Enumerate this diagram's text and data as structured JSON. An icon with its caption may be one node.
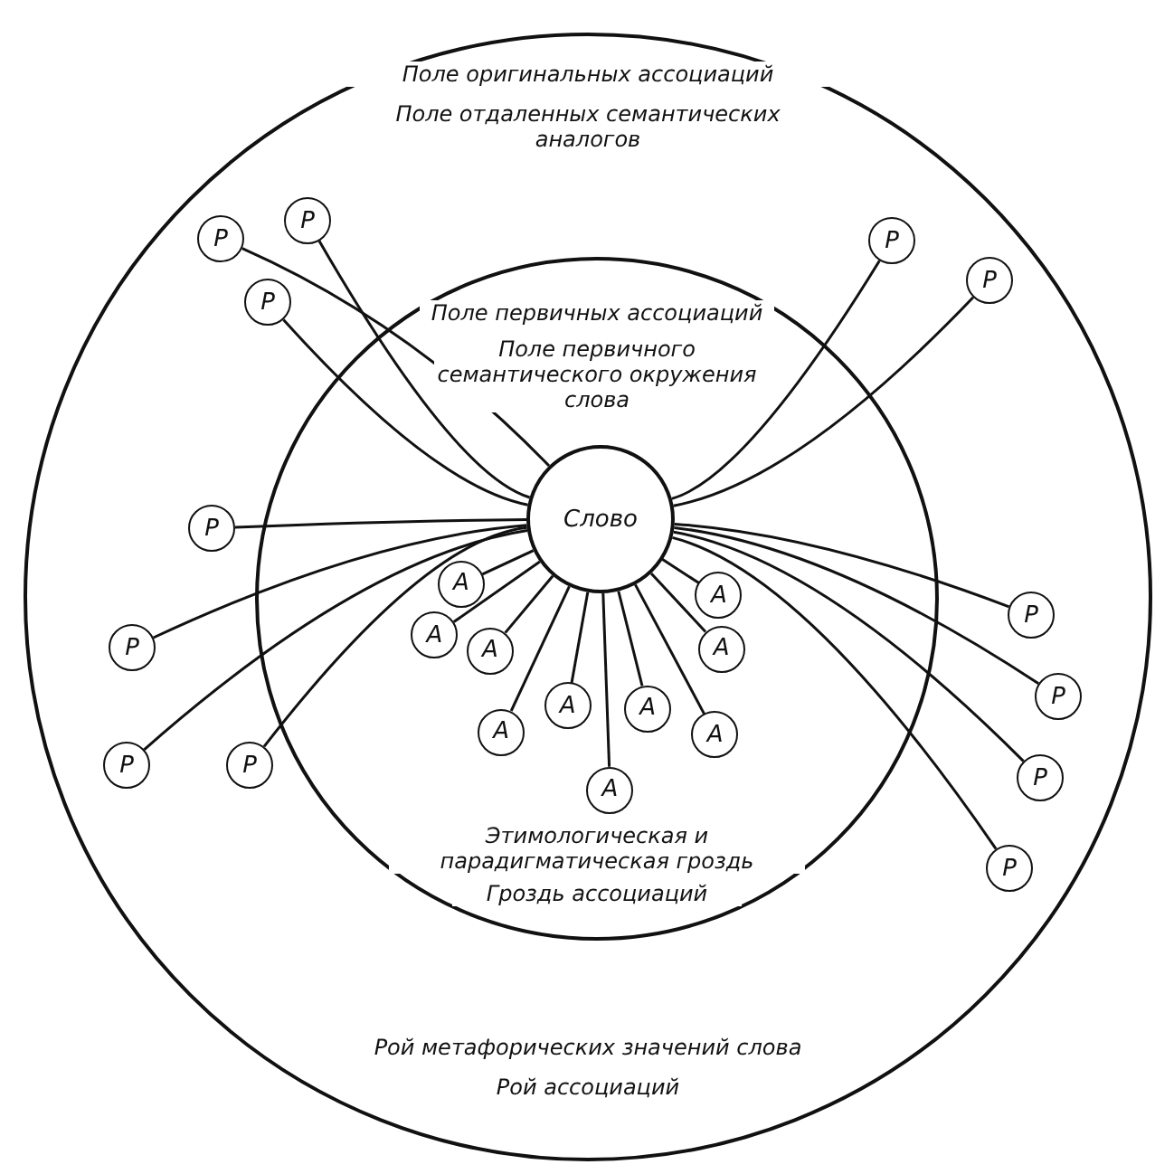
{
  "diagram": {
    "nodes": [
      {
        "text": [
          "Поле оригинальных ассоциаций",
          "Поле отдаленных семантических аналогов",
          "Рой метафорических значений слова",
          "Рой ассоциаций"
        ]
      },
      {
        "text": [
          "Поле первичных ассоциаций",
          "Поле первичного семантического окружения слова",
          "Этимологическая и парадигматическая гроздь",
          "Гроздь ассоциаций"
        ],
        "in": 0
      },
      {
        "text": [
          "Слово"
        ],
        "in": 1
      },
      {
        "text": [
          "Р"
        ],
        "in": 0
      },
      {
        "text": [
          "Р"
        ],
        "in": 0
      },
      {
        "text": [
          "Р"
        ],
        "in": 0
      },
      {
        "text": [
          "Р"
        ],
        "in": 0
      },
      {
        "text": [
          "Р"
        ],
        "in": 0
      },
      {
        "text": [
          "Р"
        ],
        "in": 0
      },
      {
        "text": [
          "Р"
        ],
        "in": 0
      },
      {
        "text": [
          "Р"
        ],
        "in": 0
      },
      {
        "text": [
          "Р"
        ],
        "in": 0
      },
      {
        "text": [
          "Р"
        ],
        "in": 0
      },
      {
        "text": [
          "Р"
        ],
        "in": 0
      },
      {
        "text": [
          "Р"
        ],
        "in": 0
      },
      {
        "text": [
          "Р"
        ],
        "in": 0
      },
      {
        "text": [
          "А"
        ],
        "in": 1
      },
      {
        "text": [
          "А"
        ],
        "in": 1
      },
      {
        "text": [
          "А"
        ],
        "in": 1
      },
      {
        "text": [
          "А"
        ],
        "in": 1
      },
      {
        "text": [
          "А"
        ],
        "in": 1
      },
      {
        "text": [
          "А"
        ],
        "in": 1
      },
      {
        "text": [
          "А"
        ],
        "in": 1
      },
      {
        "text": [
          "А"
        ],
        "in": 1
      },
      {
        "text": [
          "А"
        ],
        "in": 1
      },
      {
        "text": [
          "А"
        ],
        "in": 1
      }
    ],
    "edges": [
      {
        "from": 2,
        "to": 3,
        "arrow": "none"
      },
      {
        "from": 2,
        "to": 4,
        "arrow": "none"
      },
      {
        "from": 2,
        "to": 5,
        "arrow": "none"
      },
      {
        "from": 2,
        "to": 6,
        "arrow": "none"
      },
      {
        "from": 2,
        "to": 7,
        "arrow": "none"
      },
      {
        "from": 2,
        "to": 8,
        "arrow": "none"
      },
      {
        "from": 2,
        "to": 9,
        "arrow": "none"
      },
      {
        "from": 2,
        "to": 10,
        "arrow": "none"
      },
      {
        "from": 2,
        "to": 11,
        "arrow": "none"
      },
      {
        "from": 2,
        "to": 12,
        "arrow": "none"
      },
      {
        "from": 2,
        "to": 13,
        "arrow": "none"
      },
      {
        "from": 2,
        "to": 14,
        "arrow": "none"
      },
      {
        "from": 2,
        "to": 15,
        "arrow": "none"
      },
      {
        "from": 2,
        "to": 16,
        "arrow": "none"
      },
      {
        "from": 2,
        "to": 17,
        "arrow": "none"
      },
      {
        "from": 2,
        "to": 18,
        "arrow": "none"
      },
      {
        "from": 2,
        "to": 19,
        "arrow": "none"
      },
      {
        "from": 2,
        "to": 20,
        "arrow": "none"
      },
      {
        "from": 2,
        "to": 21,
        "arrow": "none"
      },
      {
        "from": 2,
        "to": 22,
        "arrow": "none"
      },
      {
        "from": 2,
        "to": 23,
        "arrow": "none"
      },
      {
        "from": 2,
        "to": 24,
        "arrow": "none"
      },
      {
        "from": 2,
        "to": 25,
        "arrow": "none"
      }
    ]
  }
}
